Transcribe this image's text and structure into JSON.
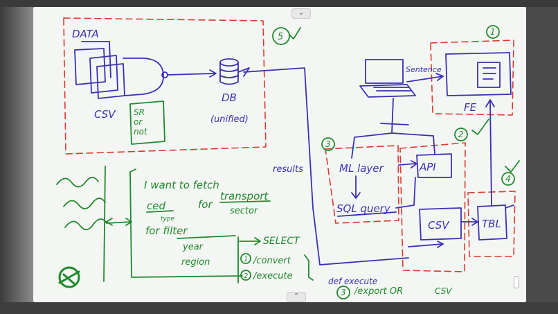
{
  "board": {
    "scroll_up_glyph": "⌄",
    "scroll_down_glyph": "⌃"
  },
  "labels": {
    "data": "DATA",
    "csv_left": "CSV",
    "sr": "SR",
    "or": "or",
    "not": "not",
    "db": "DB",
    "unified": "(unified)",
    "step5": "5",
    "step1": "1",
    "step2": "2",
    "step3": "3",
    "step4": "4",
    "sentence": "Sentence",
    "fe": "FE",
    "results": "results",
    "ml_layer": "ML layer",
    "api": "API",
    "sql_query": "SQL query",
    "csv_right": "CSV",
    "tbl": "TBL",
    "i_want": "I want to fetch",
    "ced": "ced",
    "type": "type",
    "for": "for",
    "transport": "transport",
    "sector": "sector",
    "for_filter": "for  filter",
    "year": "year",
    "region": "region",
    "select": "SELECT",
    "convert": "/convert",
    "execute": "/execute",
    "n1": "1",
    "n2": "2",
    "n3": "3",
    "def_execute": "def execute",
    "export": "/export OR",
    "csv_tail": "CSV"
  },
  "colors": {
    "blue_ink": "#3a2fb5",
    "green_ink": "#1f8a2a",
    "red_ink": "#d93a2a",
    "board_bg": "#f4f6f4"
  }
}
